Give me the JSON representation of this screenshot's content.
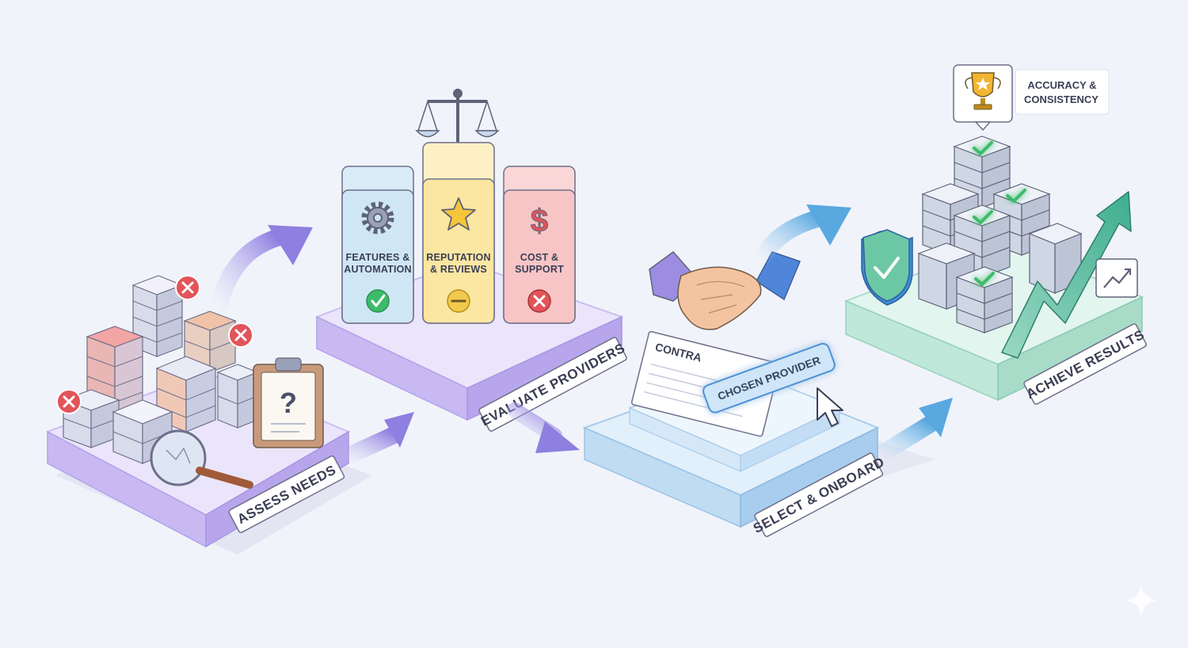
{
  "stages": [
    {
      "id": "assess",
      "label": "ASSESS NEEDS",
      "accent": "#b9a8ee"
    },
    {
      "id": "evaluate",
      "label": "EVALUATE PROVIDERS",
      "accent": "#c4b6f0"
    },
    {
      "id": "select",
      "label": "SELECT & ONBOARD",
      "accent": "#9cc6ee"
    },
    {
      "id": "achieve",
      "label": "ACHIEVE RESULTS",
      "accent": "#a8e0cc"
    }
  ],
  "criteria": [
    {
      "line1": "FEATURES &",
      "line2": "AUTOMATION",
      "icon": "gear-icon",
      "status": "check-icon",
      "color": "#cfe6f5",
      "status_color": "#3dbb6a"
    },
    {
      "line1": "REPUTATION",
      "line2": "& REVIEWS",
      "icon": "star-icon",
      "status": "minus-icon",
      "color": "#fbe6a2",
      "status_color": "#e0b93a"
    },
    {
      "line1": "COST &",
      "line2": "SUPPORT",
      "icon": "dollar-icon",
      "status": "x-icon",
      "color": "#f7c5c5",
      "status_color": "#e2545a"
    }
  ],
  "select": {
    "contract_text": "CONTRA",
    "chosen_button": "CHOSEN PROVIDER"
  },
  "achieve": {
    "badge_line1": "ACCURACY &",
    "badge_line2": "CONSISTENCY"
  },
  "assess": {
    "clipboard_symbol": "?"
  }
}
